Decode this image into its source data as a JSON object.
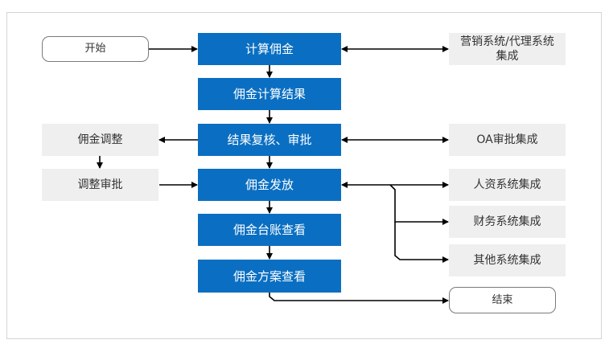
{
  "diagram": {
    "start": "开始",
    "end": "结束",
    "main_steps": [
      "计算佣金",
      "佣金计算结果",
      "结果复核、审批",
      "佣金发放",
      "佣金台账查看",
      "佣金方案查看"
    ],
    "left_steps": [
      "佣金调整",
      "调整审批"
    ],
    "integrations": [
      "营销系统/代理系统\n集成",
      "OA审批集成",
      "人资系统集成",
      "财务系统集成",
      "其他系统集成"
    ]
  },
  "colors": {
    "main": "#0a6fc2",
    "side": "#efefef",
    "line": "#000000"
  }
}
